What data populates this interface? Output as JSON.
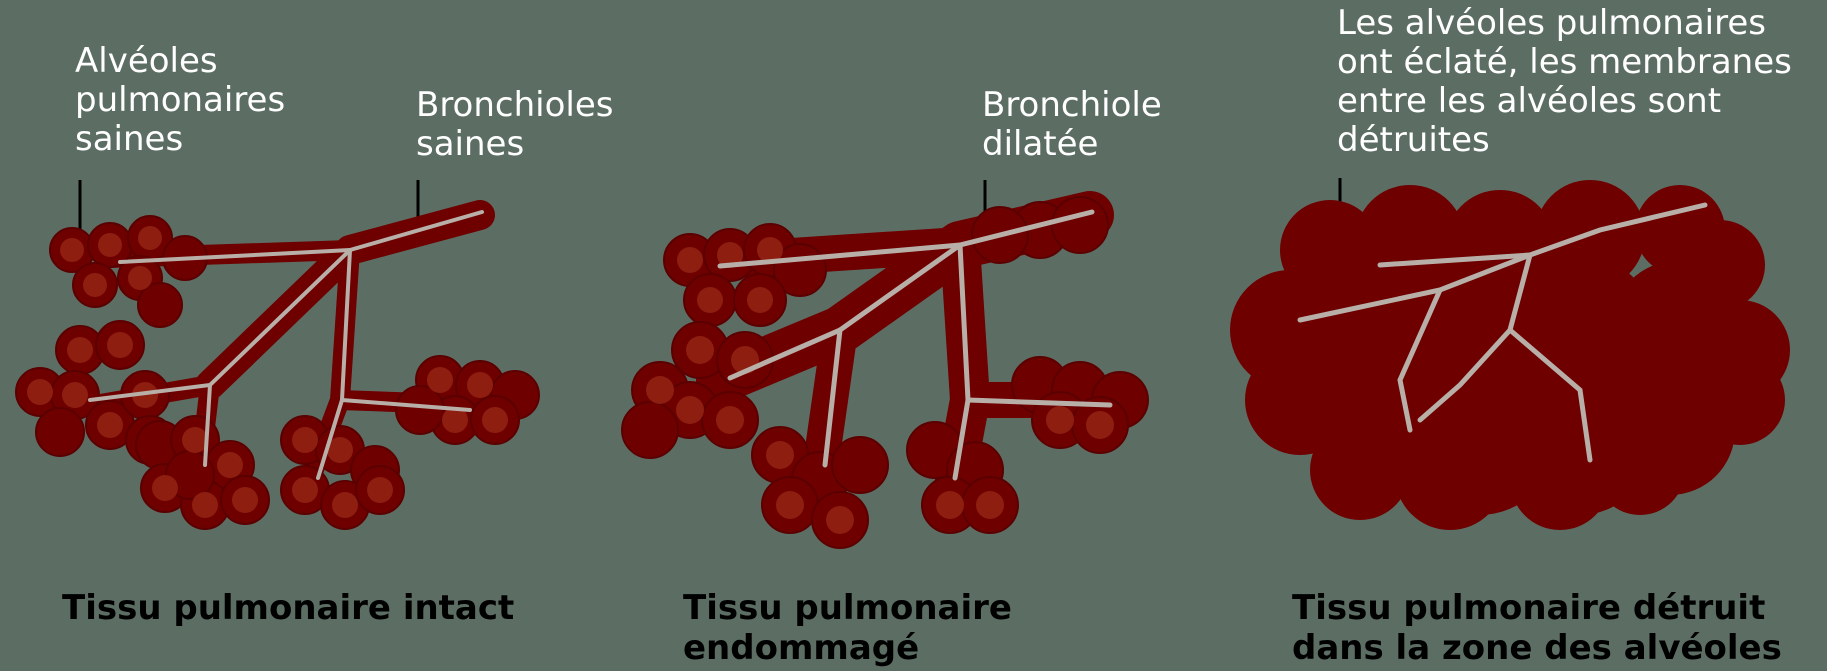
{
  "panels": [
    {
      "caption": "Tissu pulmonaire intact",
      "labels": [
        "Alvéoles\npulmonaires\nsaines",
        "Bronchioles\nsaines"
      ]
    },
    {
      "caption": "Tissu pulmonaire\nendommagé",
      "labels": [
        "Bronchiole\ndilatée"
      ]
    },
    {
      "caption": "Tissu pulmonaire détruit\ndans la zone des alvéoles",
      "labels": [
        "Les alvéoles pulmonaires\nont éclaté, les membranes\nentre les alvéoles sont\ndétruites"
      ]
    }
  ],
  "colors": {
    "background": "#5c6e64",
    "tissue": "#6e0000",
    "alveolus_highlight": "#8e1e10",
    "airway": "#b8b0a8",
    "label_text": "#ffffff",
    "caption_text": "#000000"
  }
}
